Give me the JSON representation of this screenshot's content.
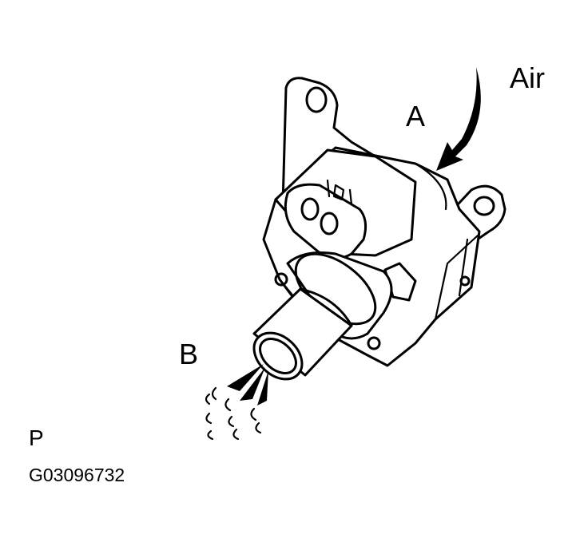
{
  "labels": {
    "air": "Air",
    "a": "A",
    "b": "B",
    "p": "P",
    "figure_code": "G03096732"
  },
  "colors": {
    "ink": "#000000",
    "paper": "#ffffff"
  },
  "icons": {
    "air_inflow": "curved-arrow-icon",
    "air_outflow": "spray-arrows-icon",
    "puffs": "air-puff-icon"
  }
}
